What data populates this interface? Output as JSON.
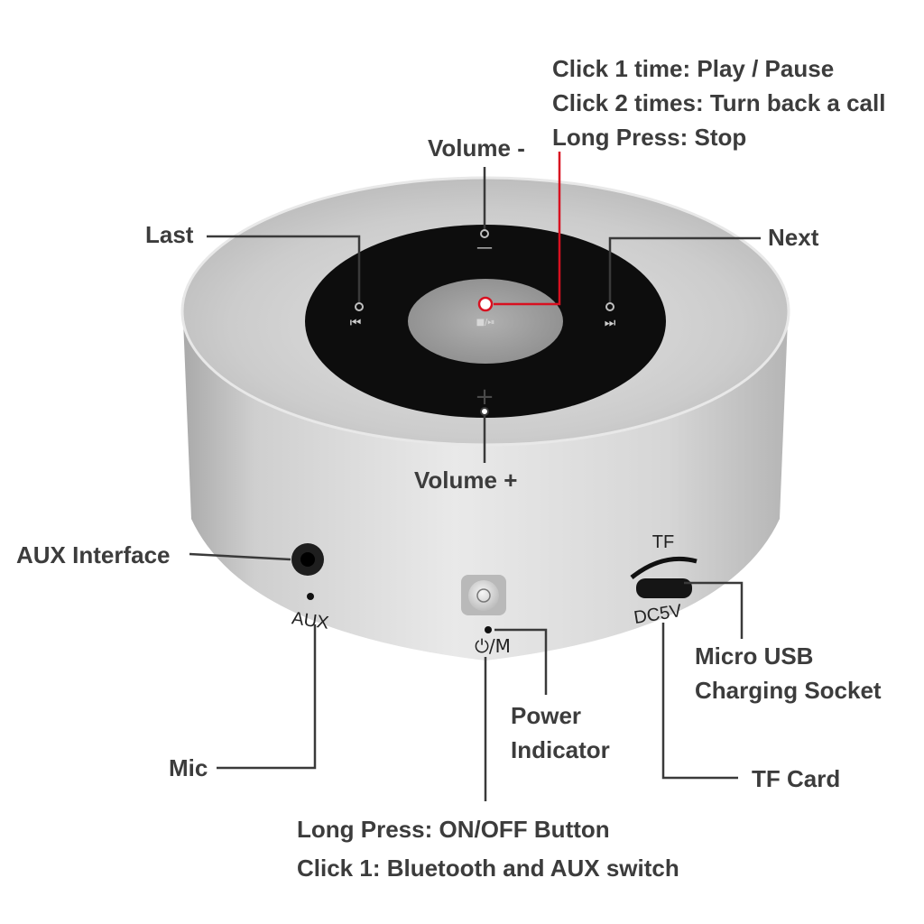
{
  "product": {
    "body_color": "#c9c9c9",
    "panel_color": "#0d0d0d",
    "center_button_color": "#9a9a9a",
    "leader_color": "#3a3a3a",
    "highlight_color": "#d81020",
    "device_markings": {
      "aux_port": "AUX",
      "power_port": "⏻/M",
      "tf_slot": "TF",
      "dc_socket": "DC5V",
      "prev_symbol": "⏮",
      "next_symbol": "⏭",
      "center_symbol": "■/⏯",
      "minus_symbol": "—",
      "plus_symbol": "+"
    }
  },
  "callouts": {
    "play_pause": {
      "lines": [
        "Click 1 time: Play / Pause",
        "Click 2 times: Turn back a call",
        "Long Press: Stop"
      ]
    },
    "volume_minus": "Volume -",
    "volume_plus": "Volume +",
    "last": "Last",
    "next": "Next",
    "aux_interface": "AUX Interface",
    "mic": "Mic",
    "power_indicator": {
      "lines": [
        "Power",
        "Indicator"
      ]
    },
    "micro_usb": {
      "lines": [
        "Micro USB",
        "Charging Socket"
      ]
    },
    "tf_card": "TF Card",
    "power_button": {
      "lines": [
        "Long Press: ON/OFF Button",
        "Click 1: Bluetooth and AUX switch"
      ]
    }
  }
}
